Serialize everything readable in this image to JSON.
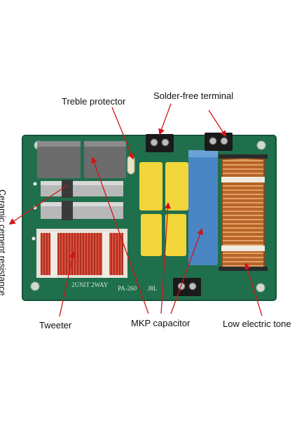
{
  "labels": {
    "treble_protector": "Treble protector",
    "solder_free_terminal": "Solder-free terminal",
    "ceramic_cement_resistance": "Ceramic cement resistance",
    "tweeter": "Tweeter",
    "mkp_capacitor": "MKP capacitor",
    "low_electric_tone": "Low electric tone"
  },
  "board_text": {
    "model": "PA-260",
    "unit": "2UNIT 2WAY",
    "mark": "J8L"
  },
  "colors": {
    "board": "#1f6f4c",
    "arrow": "#d0151a",
    "capacitor_yellow": "#f2d53a",
    "capacitor_blue": "#4a86c4",
    "coil_copper": "#c0702f",
    "coil_red": "#c0392b",
    "relay_gray": "#6c6c6c"
  },
  "icons": [
    "arrow-icon",
    "screw-terminal-icon"
  ]
}
